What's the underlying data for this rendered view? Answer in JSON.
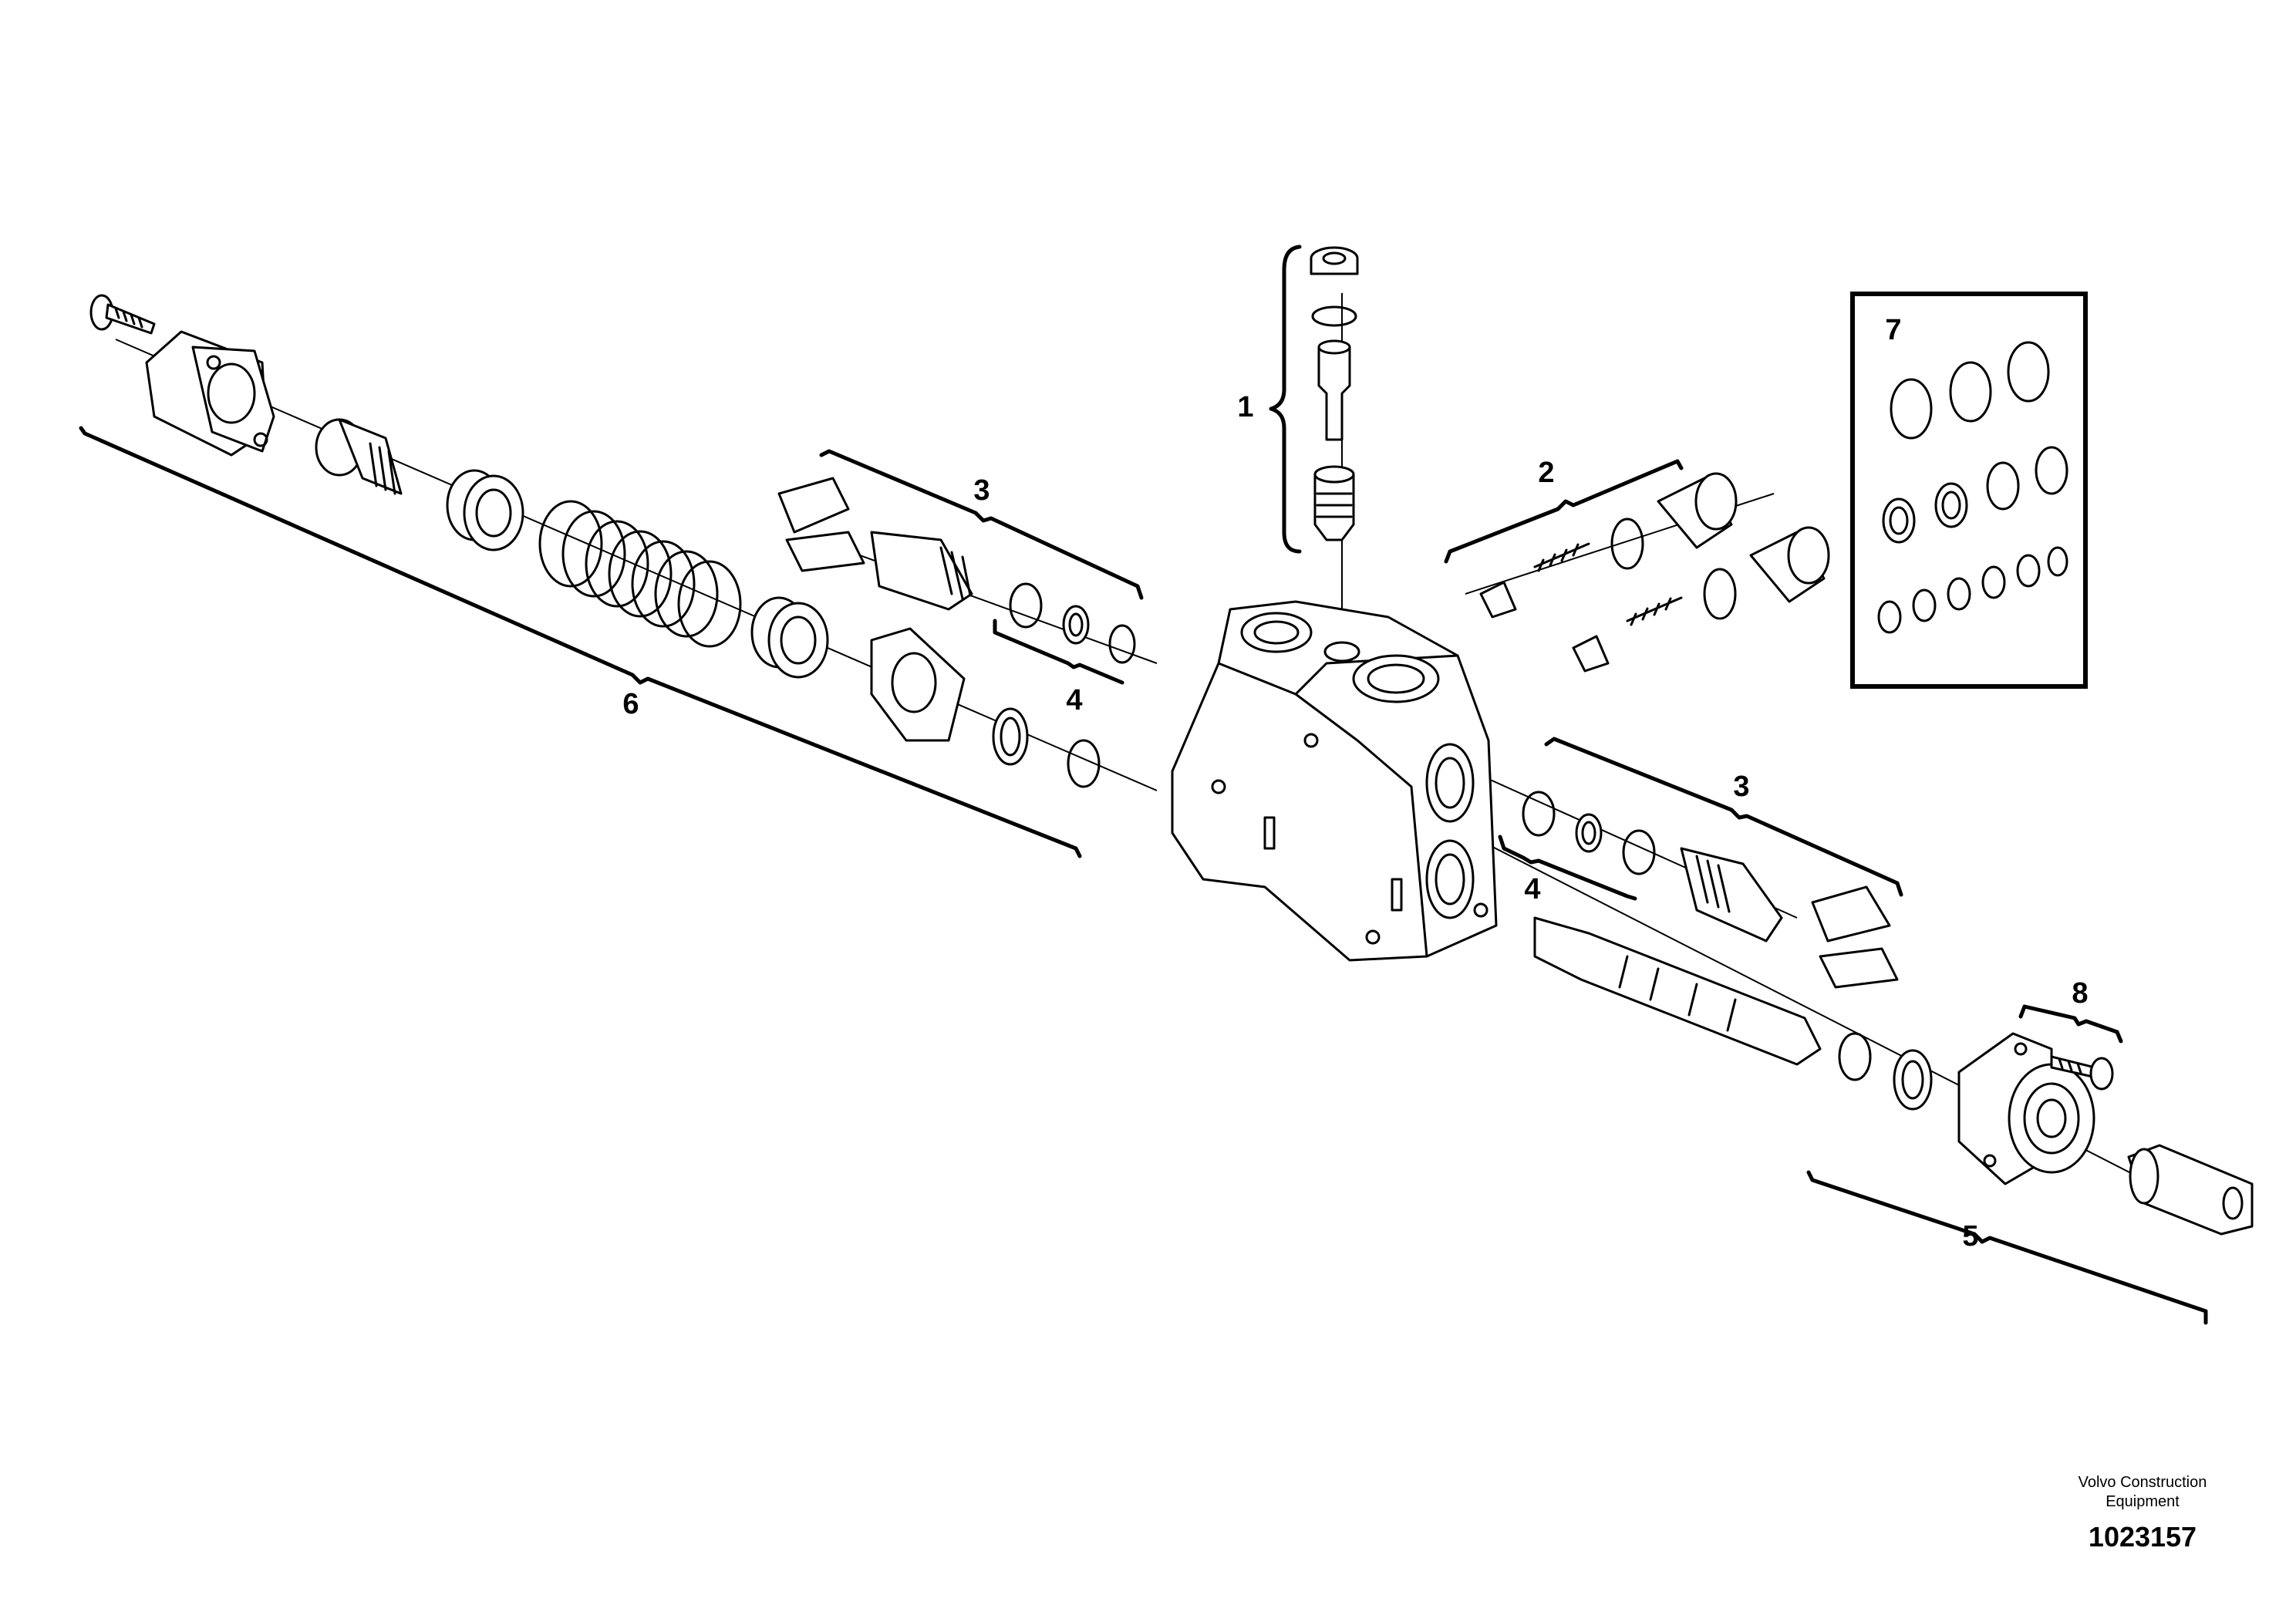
{
  "callouts": {
    "c1": "1",
    "c2": "2",
    "c3_left": "3",
    "c3_right": "3",
    "c4_left": "4",
    "c4_right": "4",
    "c5": "5",
    "c6": "6",
    "c7": "7",
    "c8": "8"
  },
  "footer": {
    "brand_line1": "Volvo Construction",
    "brand_line2": "Equipment",
    "drawing_number": "1023157"
  }
}
